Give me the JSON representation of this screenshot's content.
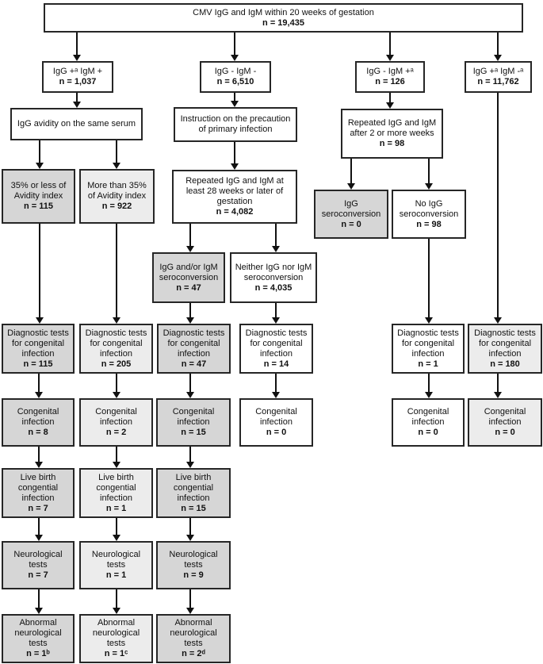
{
  "colors": {
    "box_border": "#262626",
    "shade_dark": "#d6d6d6",
    "shade_light": "#ececec",
    "background": "#ffffff",
    "arrow": "#111111"
  },
  "flow": {
    "root": {
      "label": "CMV IgG and IgM within 20 weeks of gestation",
      "n": "n = 19,435"
    },
    "serology_groups": [
      {
        "label": "IgG +ᵃ IgM +",
        "n": "n = 1,037"
      },
      {
        "label": "IgG - IgM -",
        "n": "n = 6,510"
      },
      {
        "label": "IgG - IgM +ᵃ",
        "n": "n = 126"
      },
      {
        "label": "IgG +ᵃ IgM -ᵃ",
        "n": "n = 11,762"
      }
    ],
    "avidity_test": {
      "label": "IgG avidity on the same serum"
    },
    "instruction": {
      "label": "Instruction on the precaution of primary infection"
    },
    "repeated_after_2_weeks": {
      "label": "Repeated IgG and IgM after 2 or more weeks",
      "n": "n = 98"
    },
    "avidity_low": {
      "label": "35% or less of Avidity index",
      "n": "n = 115"
    },
    "avidity_high": {
      "label": "More than 35% of Avidity index",
      "n": "n = 922"
    },
    "repeated_28_weeks": {
      "label": "Repeated IgG and IgM at least 28 weeks or later of gestation",
      "n": "n = 4,082"
    },
    "igg_seroconversion": {
      "label": "IgG seroconversion",
      "n": "n = 0"
    },
    "no_igg_seroconversion": {
      "label": "No IgG seroconversion",
      "n": "n = 98"
    },
    "igg_igm_seroconversion": {
      "label": "IgG and/or IgM seroconversion",
      "n": "n = 47"
    },
    "neither_seroconversion": {
      "label": "Neither IgG nor IgM seroconversion",
      "n": "n = 4,035"
    },
    "diagnostic_tests": [
      {
        "label": "Diagnostic tests for congenital infection",
        "n": "n = 115"
      },
      {
        "label": "Diagnostic tests for congenital infection",
        "n": "n = 205"
      },
      {
        "label": "Diagnostic tests for congenital infection",
        "n": "n = 47"
      },
      {
        "label": "Diagnostic tests for congenital infection",
        "n": "n = 14"
      },
      {
        "label": "Diagnostic tests for congenital infection",
        "n": "n = 1"
      },
      {
        "label": "Diagnostic tests for congenital infection",
        "n": "n = 180"
      }
    ],
    "congenital_infection": [
      {
        "label": "Congenital infection",
        "n": "n = 8"
      },
      {
        "label": "Congenital infection",
        "n": "n = 2"
      },
      {
        "label": "Congenital infection",
        "n": "n = 15"
      },
      {
        "label": "Congenital infection",
        "n": "n = 0"
      },
      {
        "label": "Congenital infection",
        "n": "n = 0"
      },
      {
        "label": "Congenital infection",
        "n": "n = 0"
      }
    ],
    "live_birth_congenital_infection": [
      {
        "label": "Live birth congential infection",
        "n": "n = 7"
      },
      {
        "label": "Live birth congential infection",
        "n": "n = 1"
      },
      {
        "label": "Live birth congential infection",
        "n": "n = 15"
      }
    ],
    "neurological_tests": [
      {
        "label": "Neurological tests",
        "n": "n = 7"
      },
      {
        "label": "Neurological tests",
        "n": "n = 1"
      },
      {
        "label": "Neurological tests",
        "n": "n = 9"
      }
    ],
    "abnormal_neurological_tests": [
      {
        "label": "Abnormal neurological tests",
        "n": "n = 1ᵇ"
      },
      {
        "label": "Abnormal neurological tests",
        "n": "n = 1ᶜ"
      },
      {
        "label": "Abnormal neurological tests",
        "n": "n = 2ᵈ"
      }
    ]
  }
}
